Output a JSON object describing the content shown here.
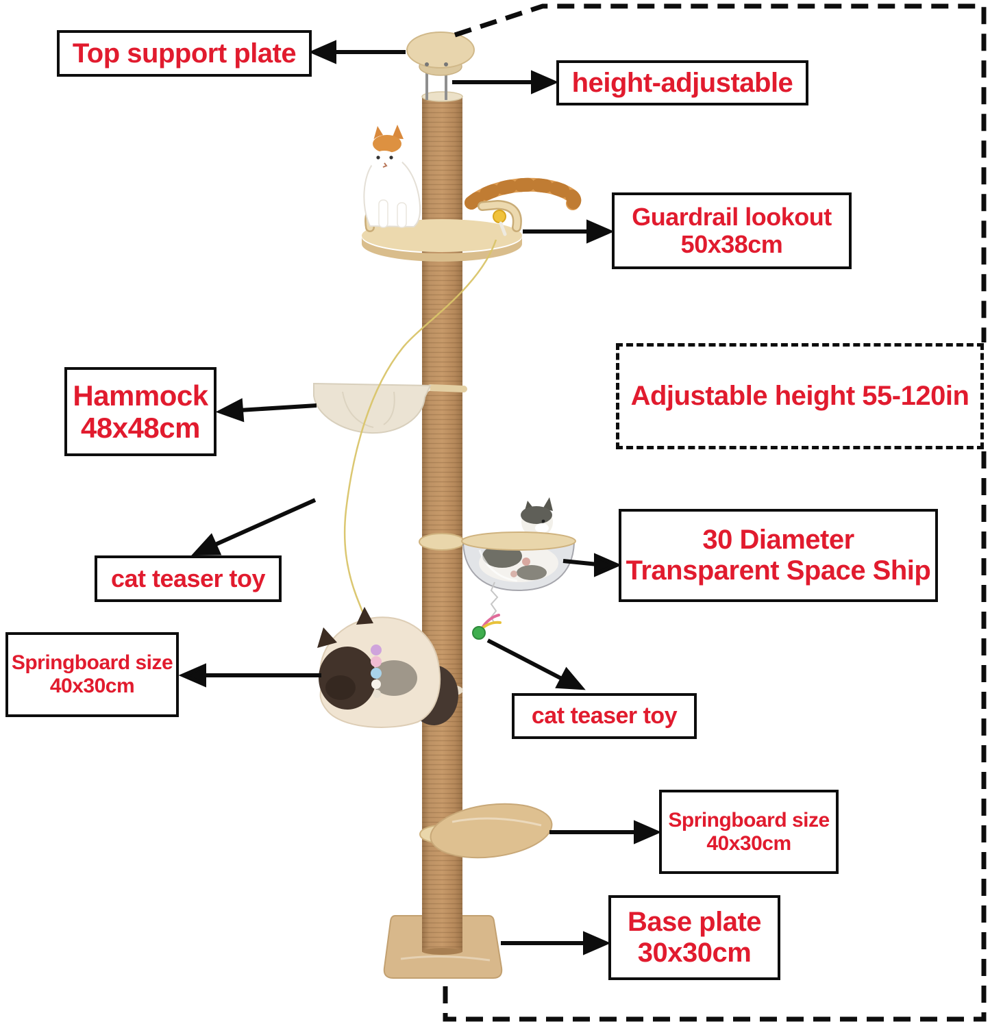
{
  "labels": {
    "top_support_plate": {
      "lines": [
        "Top support plate"
      ]
    },
    "height_adjustable": {
      "lines": [
        "height-adjustable"
      ]
    },
    "guardrail_lookout": {
      "lines": [
        "Guardrail lookout",
        "50x38cm"
      ]
    },
    "adjustable_height": {
      "lines": [
        "Adjustable height 55-120in"
      ]
    },
    "hammock": {
      "lines": [
        "Hammock",
        "48x48cm"
      ]
    },
    "cat_teaser_left": {
      "lines": [
        "cat teaser toy"
      ]
    },
    "space_ship": {
      "lines": [
        "30 Diameter",
        "Transparent Space Ship"
      ]
    },
    "cat_teaser_right": {
      "lines": [
        "cat teaser toy"
      ]
    },
    "springboard_left": {
      "lines": [
        "Springboard size",
        "40x30cm"
      ]
    },
    "springboard_right": {
      "lines": [
        "Springboard size",
        "40x30cm"
      ]
    },
    "base_plate": {
      "lines": [
        "Base plate",
        "30x30cm"
      ]
    }
  },
  "colors": {
    "label_text_red": "#e11b2e",
    "annotation_black": "#0d0d0d",
    "pole_brown": "#b78b58",
    "wood_light": "#ecd9ae",
    "wood_mid": "#d8b88b",
    "hammock_cream": "#ebe3d3",
    "teaser_string_yellow": "#d9c469",
    "teaser_ball_green": "#3fae4e",
    "toy_ball_yellow": "#f0c23c"
  }
}
